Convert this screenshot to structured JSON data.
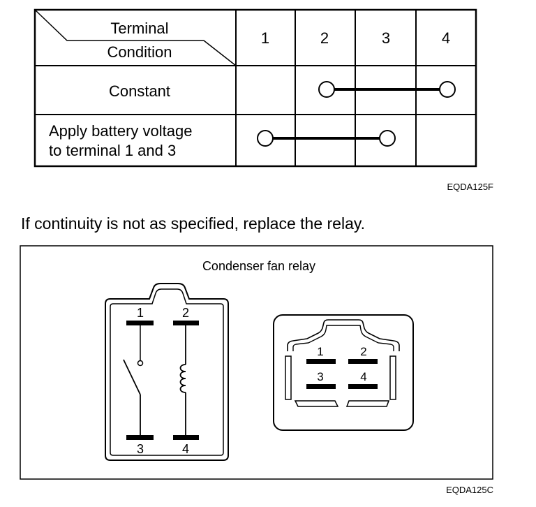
{
  "continuity_table": {
    "header_top": "Terminal",
    "header_bottom": "Condition",
    "terminals": [
      "1",
      "2",
      "3",
      "4"
    ],
    "rows": [
      {
        "condition_lines": [
          "Constant"
        ],
        "connected_terminals": [
          "2",
          "4"
        ]
      },
      {
        "condition_lines": [
          "Apply battery voltage",
          "to terminal 1 and 3"
        ],
        "connected_terminals": [
          "1",
          "3"
        ]
      }
    ],
    "figure_code": "EQDA125F"
  },
  "instruction": "If continuity is not as specified, replace the relay.",
  "relay_figure": {
    "title": "Condenser fan relay",
    "schematic_terminals": [
      "1",
      "2",
      "3",
      "4"
    ],
    "connector_terminals": [
      "1",
      "2",
      "3",
      "4"
    ],
    "figure_code": "EQDA125C"
  }
}
